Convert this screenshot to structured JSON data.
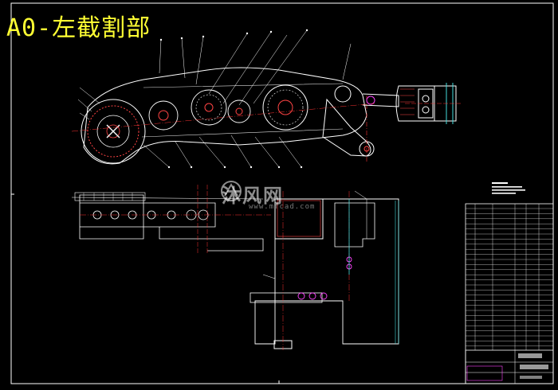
{
  "drawing": {
    "title": "A0-左截割部"
  },
  "watermark": {
    "text": "沐风网",
    "url": "www.mfcad.com"
  },
  "colors": {
    "background": "#000000",
    "title": "#ffff33",
    "frame": "#ffffff",
    "centerline": "#ff3333",
    "leader": "#ffffff",
    "gear": "#ff4444",
    "cyan": "#44dddd",
    "magenta": "#ff44ff",
    "green": "#33ff33",
    "blue": "#3366ff"
  }
}
